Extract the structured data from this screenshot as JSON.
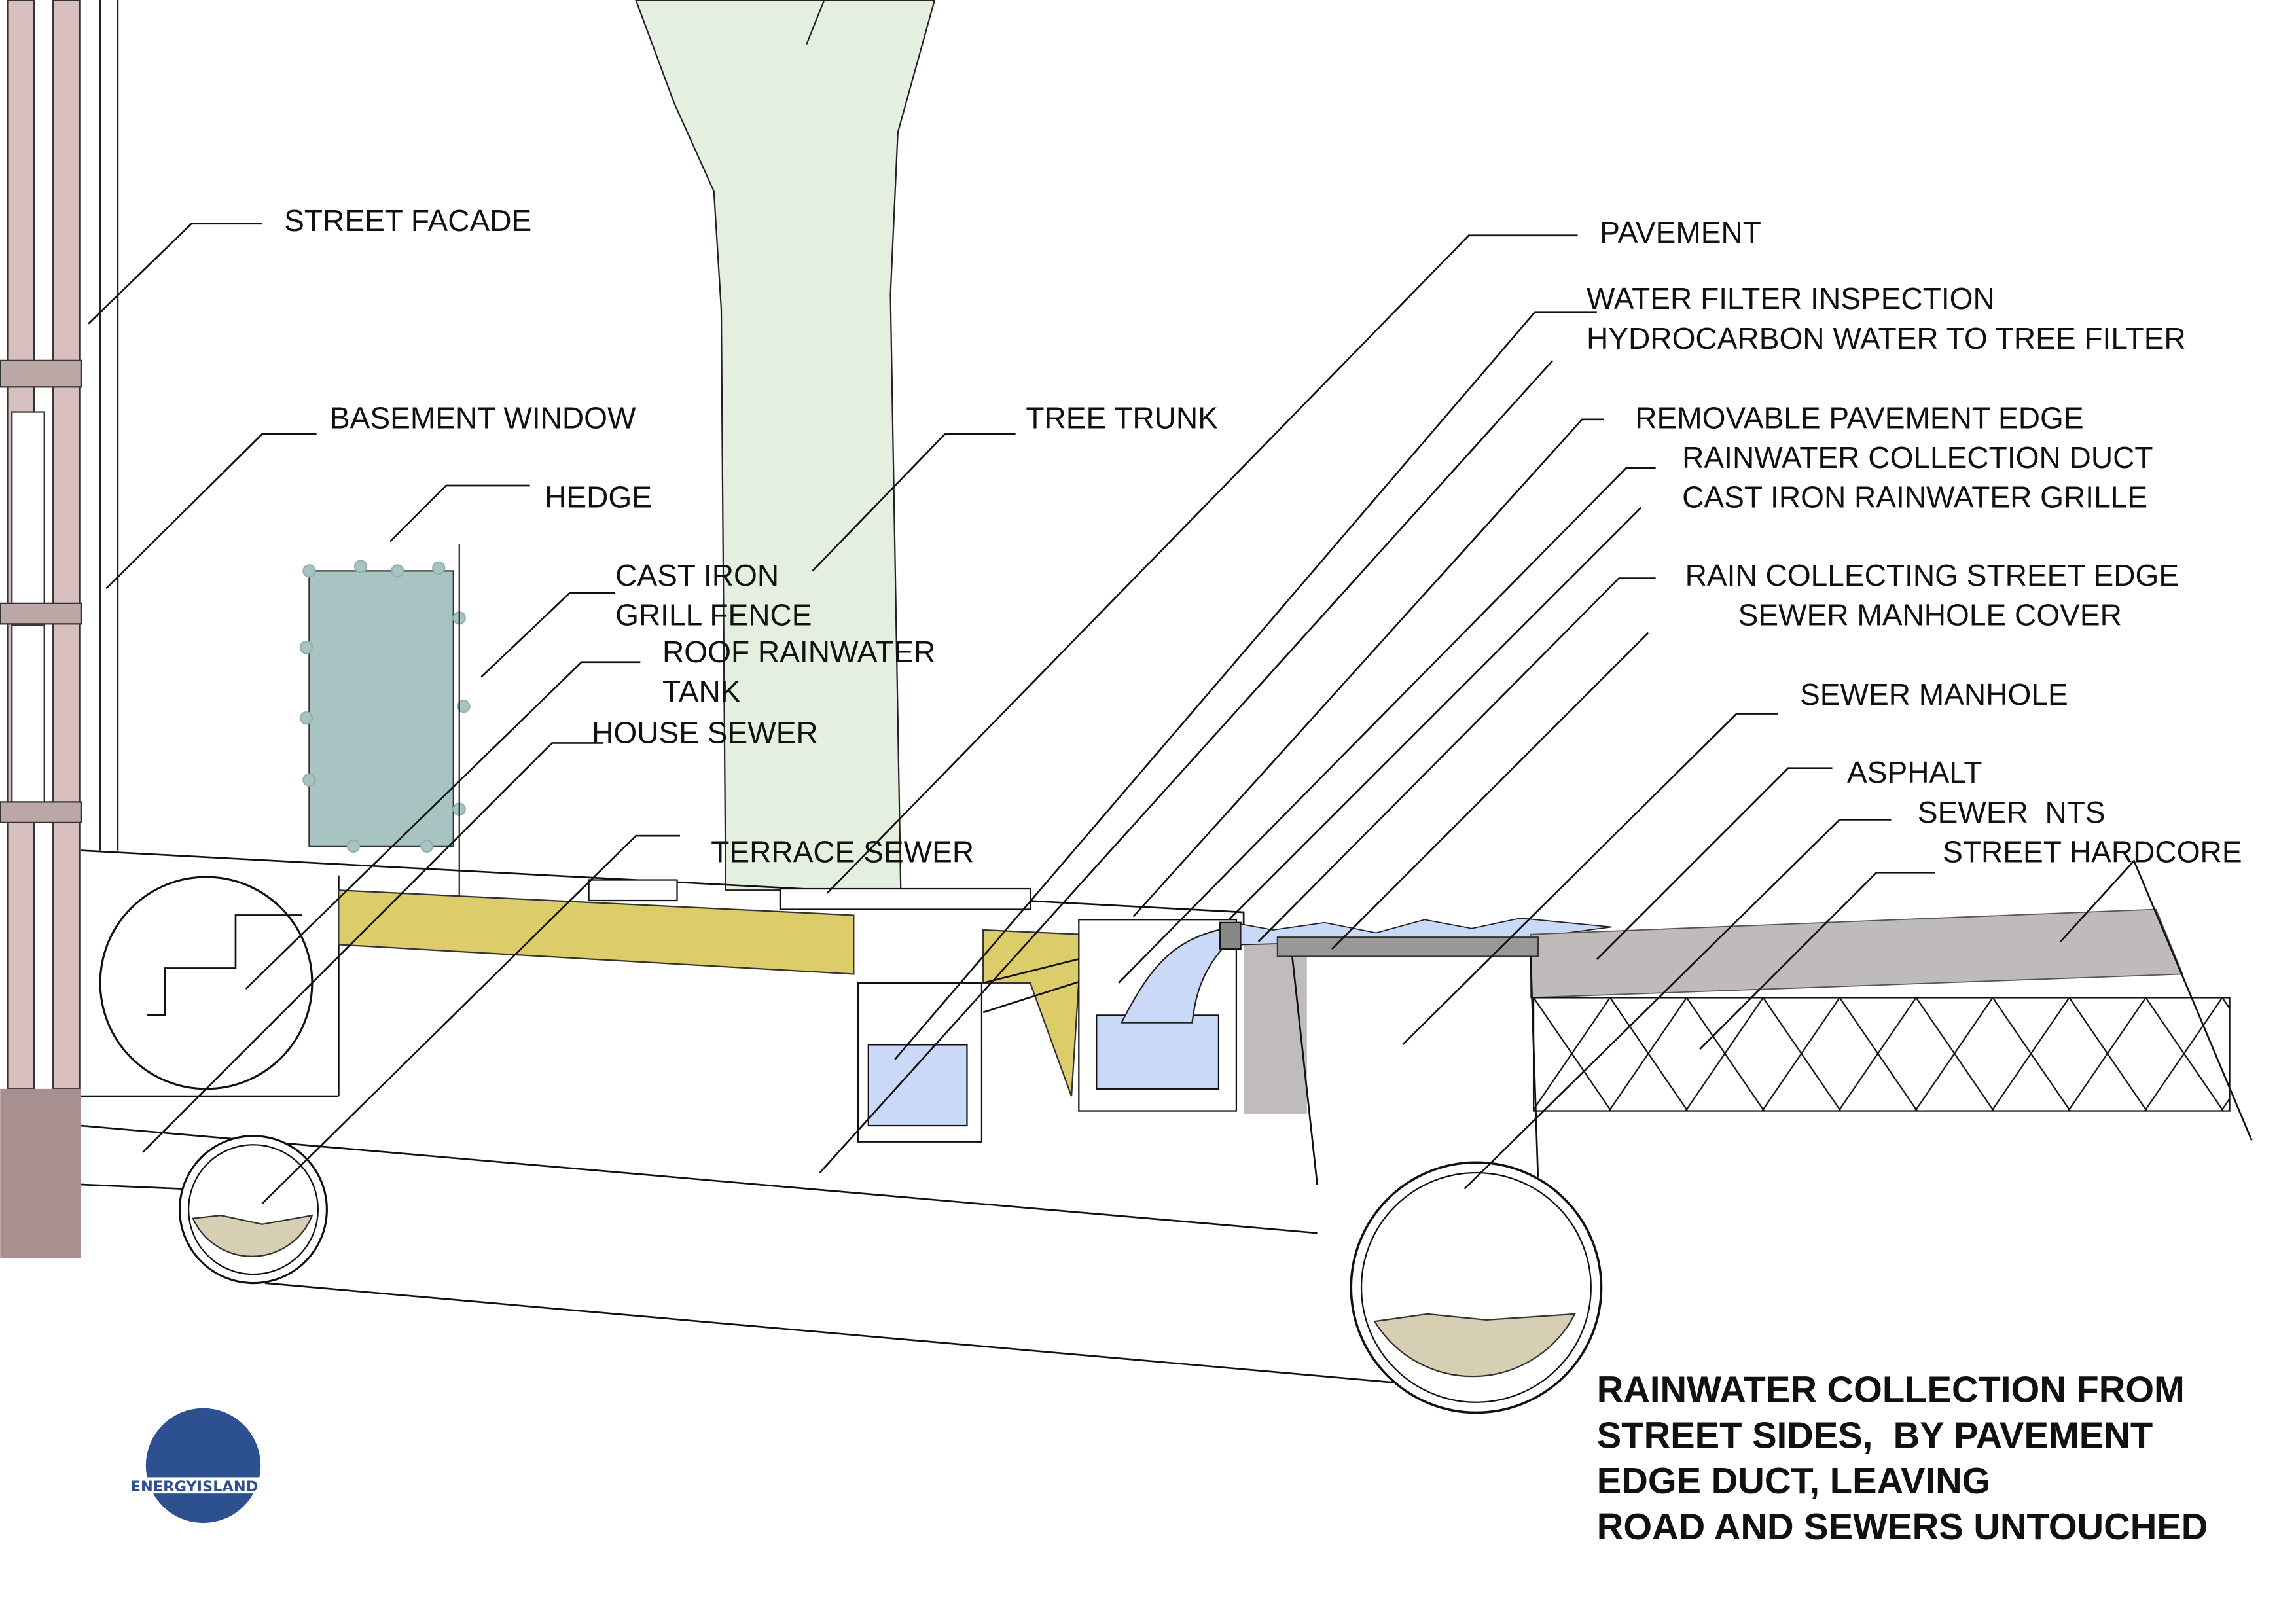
{
  "labels": {
    "street_facade": "STREET FACADE",
    "basement_window": "BASEMENT WINDOW",
    "hedge": "HEDGE",
    "cast_iron_1": "CAST IRON",
    "cast_iron_2": "GRILL FENCE",
    "roof_tank_1": "ROOF RAINWATER",
    "roof_tank_2": "TANK",
    "house_sewer": "HOUSE SEWER",
    "terrace_sewer": "TERRACE SEWER",
    "tree_trunk": "TREE TRUNK",
    "pavement": "PAVEMENT",
    "water_filter": "WATER FILTER INSPECTION",
    "hydrocarbon": "HYDROCARBON WATER TO TREE FILTER",
    "removable_edge": "REMOVABLE PAVEMENT EDGE",
    "collection_duct": "RAINWATER COLLECTION DUCT",
    "grille": "CAST IRON RAINWATER GRILLE",
    "street_edge": "RAIN COLLECTING STREET EDGE",
    "manhole_cover": "SEWER MANHOLE COVER",
    "manhole": "SEWER MANHOLE",
    "asphalt": "ASPHALT",
    "sewer_nts": "SEWER  NTS",
    "hardcore": "STREET HARDCORE"
  },
  "title": [
    "RAINWATER COLLECTION FROM",
    "STREET SIDES,  BY PAVEMENT",
    "EDGE DUCT, LEAVING",
    "ROAD AND SEWERS UNTOUCHED"
  ],
  "logo": {
    "text": "ENERGYISLAND"
  },
  "colors": {
    "tree": "#e4efe0",
    "hedge": "#a7c4c2",
    "insulation": "#dccd6a",
    "water": "#c9d9f7",
    "sediment": "#d6cfb4",
    "concrete": "#c0bcbc",
    "cover": "#9a9797",
    "facade": "#d8bfbf",
    "logo": "#2c5090"
  }
}
